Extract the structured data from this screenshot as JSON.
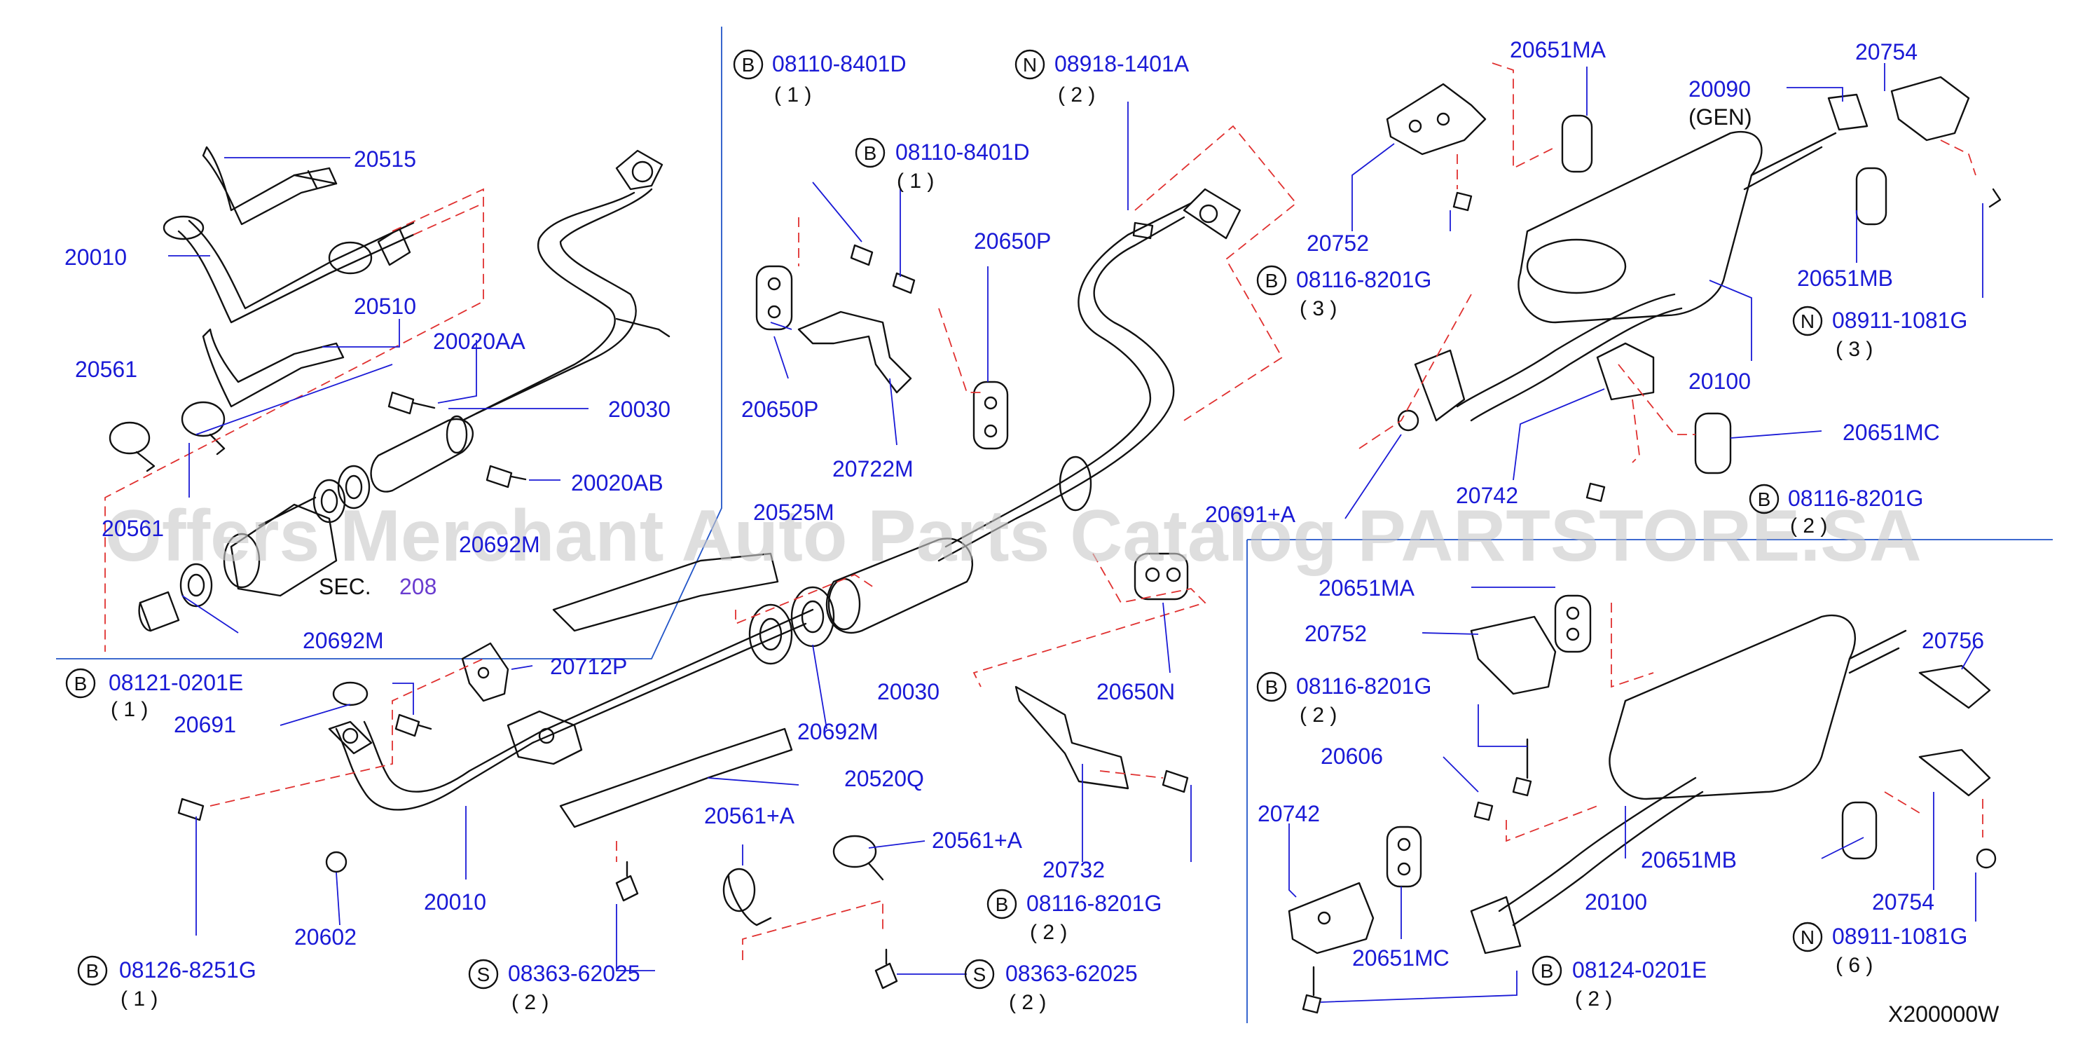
{
  "watermark": "Offers Merchant Auto Parts Catalog PARTSTORE.SA",
  "footer_code": "X200000W",
  "sec_ref": {
    "prefix": "SEC.",
    "number": "208"
  },
  "labels": {
    "p20515": "20515",
    "p20010_top": "20010",
    "p20510": "20510",
    "p20020AA": "20020AA",
    "p20561_left": "20561",
    "p20561_left2": "20561",
    "p20030_top": "20030",
    "p20020AB": "20020AB",
    "p20692M_upper": "20692M",
    "p20692M_lower": "20692M",
    "p20525M": "20525M",
    "p20712P": "20712P",
    "p20691": "20691",
    "p20602": "20602",
    "p20010_bottom": "20010",
    "p20692M_mid": "20692M",
    "p20520Q": "20520Q",
    "p20561A_a": "20561+A",
    "p20561A_b": "20561+A",
    "p20030_mid": "20030",
    "p20650P_a": "20650P",
    "p20650P_b": "20650P",
    "p20722M": "20722M",
    "p20691A": "20691+A",
    "p20650N": "20650N",
    "p20732": "20732",
    "p20651MA_top": "20651MA",
    "p20090": "20090",
    "p20754_top": "20754",
    "p20752_top": "20752",
    "p20651MB_top": "20651MB",
    "p20100_top": "20100",
    "p20651MC_top": "20651MC",
    "p20742_top": "20742",
    "p20651MA_bottom": "20651MA",
    "p20752_bottom": "20752",
    "p20756": "20756",
    "p20606": "20606",
    "p20742_bottom": "20742",
    "p20651MB_bottom": "20651MB",
    "p20100_bottom": "20100",
    "p20754_bottom": "20754",
    "p20651MC_bottom": "20651MC"
  },
  "notes": {
    "gen": "(GEN)"
  },
  "fasteners": [
    {
      "key": "f1",
      "letter": "B",
      "part": "08110-8401D",
      "qty": "( 1 )"
    },
    {
      "key": "f2",
      "letter": "B",
      "part": "08110-8401D",
      "qty": "( 1 )"
    },
    {
      "key": "f3",
      "letter": "N",
      "part": "08918-1401A",
      "qty": "( 2 )"
    },
    {
      "key": "f4",
      "letter": "B",
      "part": "08121-0201E",
      "qty": "( 1 )"
    },
    {
      "key": "f5",
      "letter": "B",
      "part": "08126-8251G",
      "qty": "( 1 )"
    },
    {
      "key": "f6",
      "letter": "S",
      "part": "08363-62025",
      "qty": "( 2 )"
    },
    {
      "key": "f7",
      "letter": "S",
      "part": "08363-62025",
      "qty": "( 2 )"
    },
    {
      "key": "f8",
      "letter": "B",
      "part": "08116-8201G",
      "qty": "( 2 )"
    },
    {
      "key": "f9",
      "letter": "B",
      "part": "08116-8201G",
      "qty": "( 3 )"
    },
    {
      "key": "f10",
      "letter": "N",
      "part": "08911-1081G",
      "qty": "( 3 )"
    },
    {
      "key": "f11",
      "letter": "B",
      "part": "08116-8201G",
      "qty": "( 2 )"
    },
    {
      "key": "f12",
      "letter": "B",
      "part": "08116-8201G",
      "qty": "( 2 )"
    },
    {
      "key": "f13",
      "letter": "B",
      "part": "08124-0201E",
      "qty": "( 2 )"
    },
    {
      "key": "f14",
      "letter": "N",
      "part": "08911-1081G",
      "qty": "( 6 )"
    }
  ],
  "colors": {
    "part_number": "#1a1ad6",
    "outline": "#111111",
    "dashed_reference": "#e0302f",
    "section_divider": "#2255c8",
    "watermark": "#c9c9c9",
    "background": "#ffffff"
  }
}
